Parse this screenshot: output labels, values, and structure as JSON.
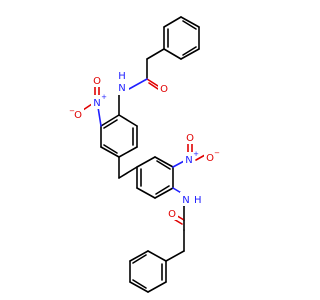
{
  "colors": {
    "bond": "#000000",
    "nitrogen": "#2020ff",
    "oxygen": "#e00000",
    "background": "#ffffff"
  },
  "atoms": {
    "n_amide_top": "N",
    "h_amide_top": "H",
    "o_carbonyl_top": "O",
    "n_nitro_top": "N",
    "n_nitro_top_charge": "+",
    "o_nitro_top_left": "O",
    "o_nitro_top_left_charge": "−",
    "o_nitro_top_up": "O",
    "n_nitro_bottom": "N",
    "n_nitro_bottom_charge": "+",
    "o_nitro_bottom_up": "O",
    "o_nitro_bottom_right": "O",
    "o_nitro_bottom_right_charge": "−",
    "n_amide_bottom": "N",
    "h_amide_bottom": "H",
    "o_carbonyl_bottom": "O"
  }
}
